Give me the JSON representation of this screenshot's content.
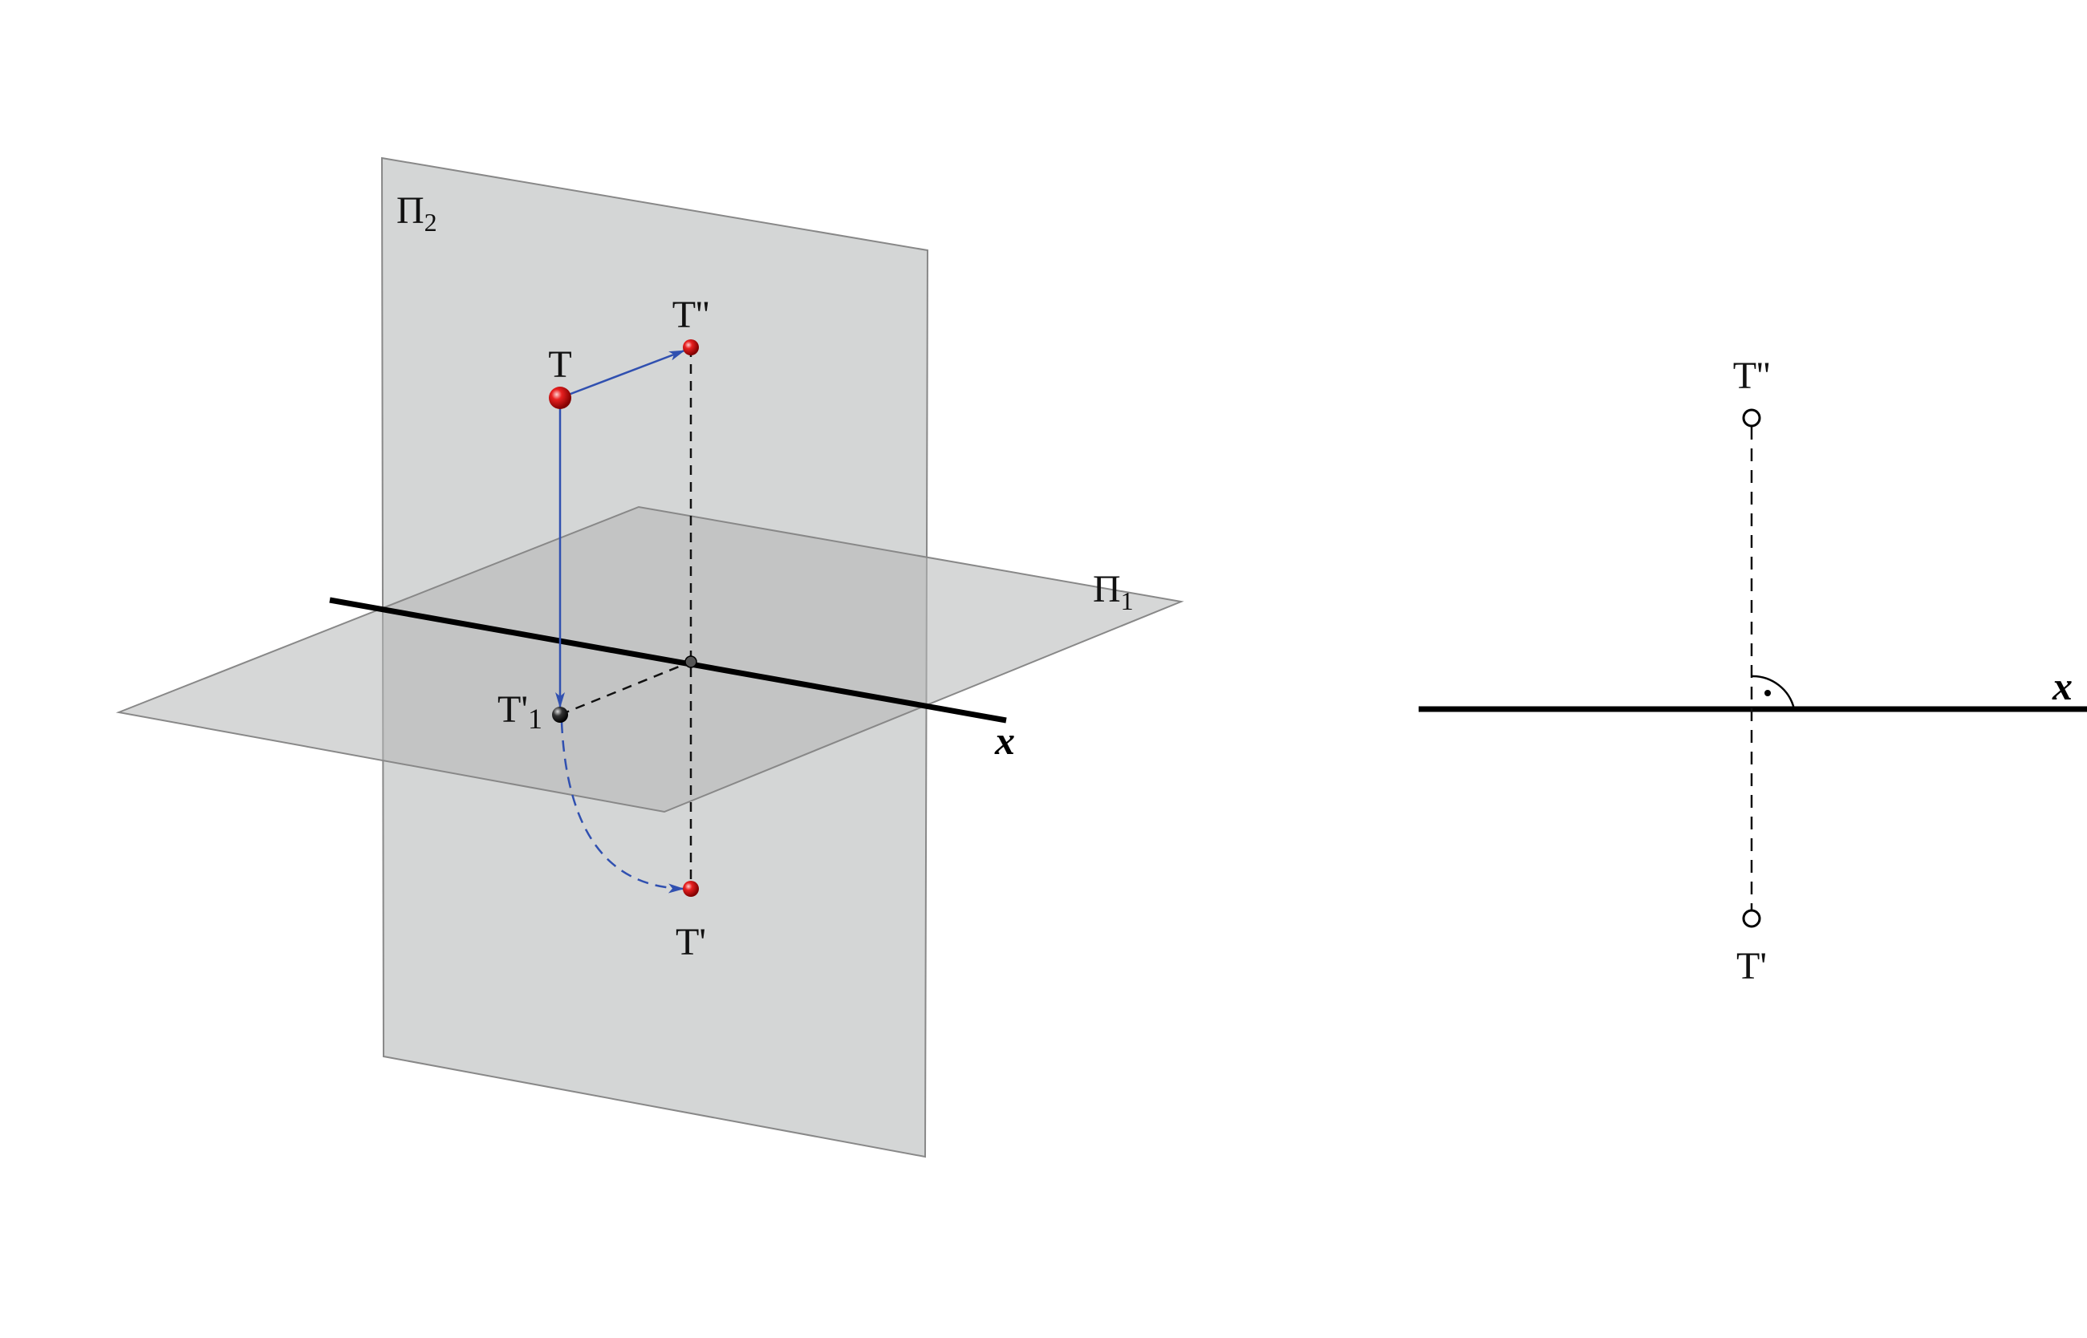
{
  "left_view": {
    "plane_vertical_label": "Π",
    "plane_vertical_sub": "2",
    "plane_horizontal_label": "Π",
    "plane_horizontal_sub": "1",
    "axis_label": "x",
    "point_T": "T",
    "point_T_double_prime": "T''",
    "point_T_prime_1": "T'",
    "point_T_prime_1_sub": "1",
    "point_T_prime": "T'"
  },
  "right_view": {
    "axis_label": "x",
    "point_T_double_prime": "T''",
    "point_T_prime": "T'"
  },
  "colors": {
    "plane": "#c8cacb",
    "point": "#e01010",
    "arrow": "#3050b0",
    "axis": "#000000"
  }
}
